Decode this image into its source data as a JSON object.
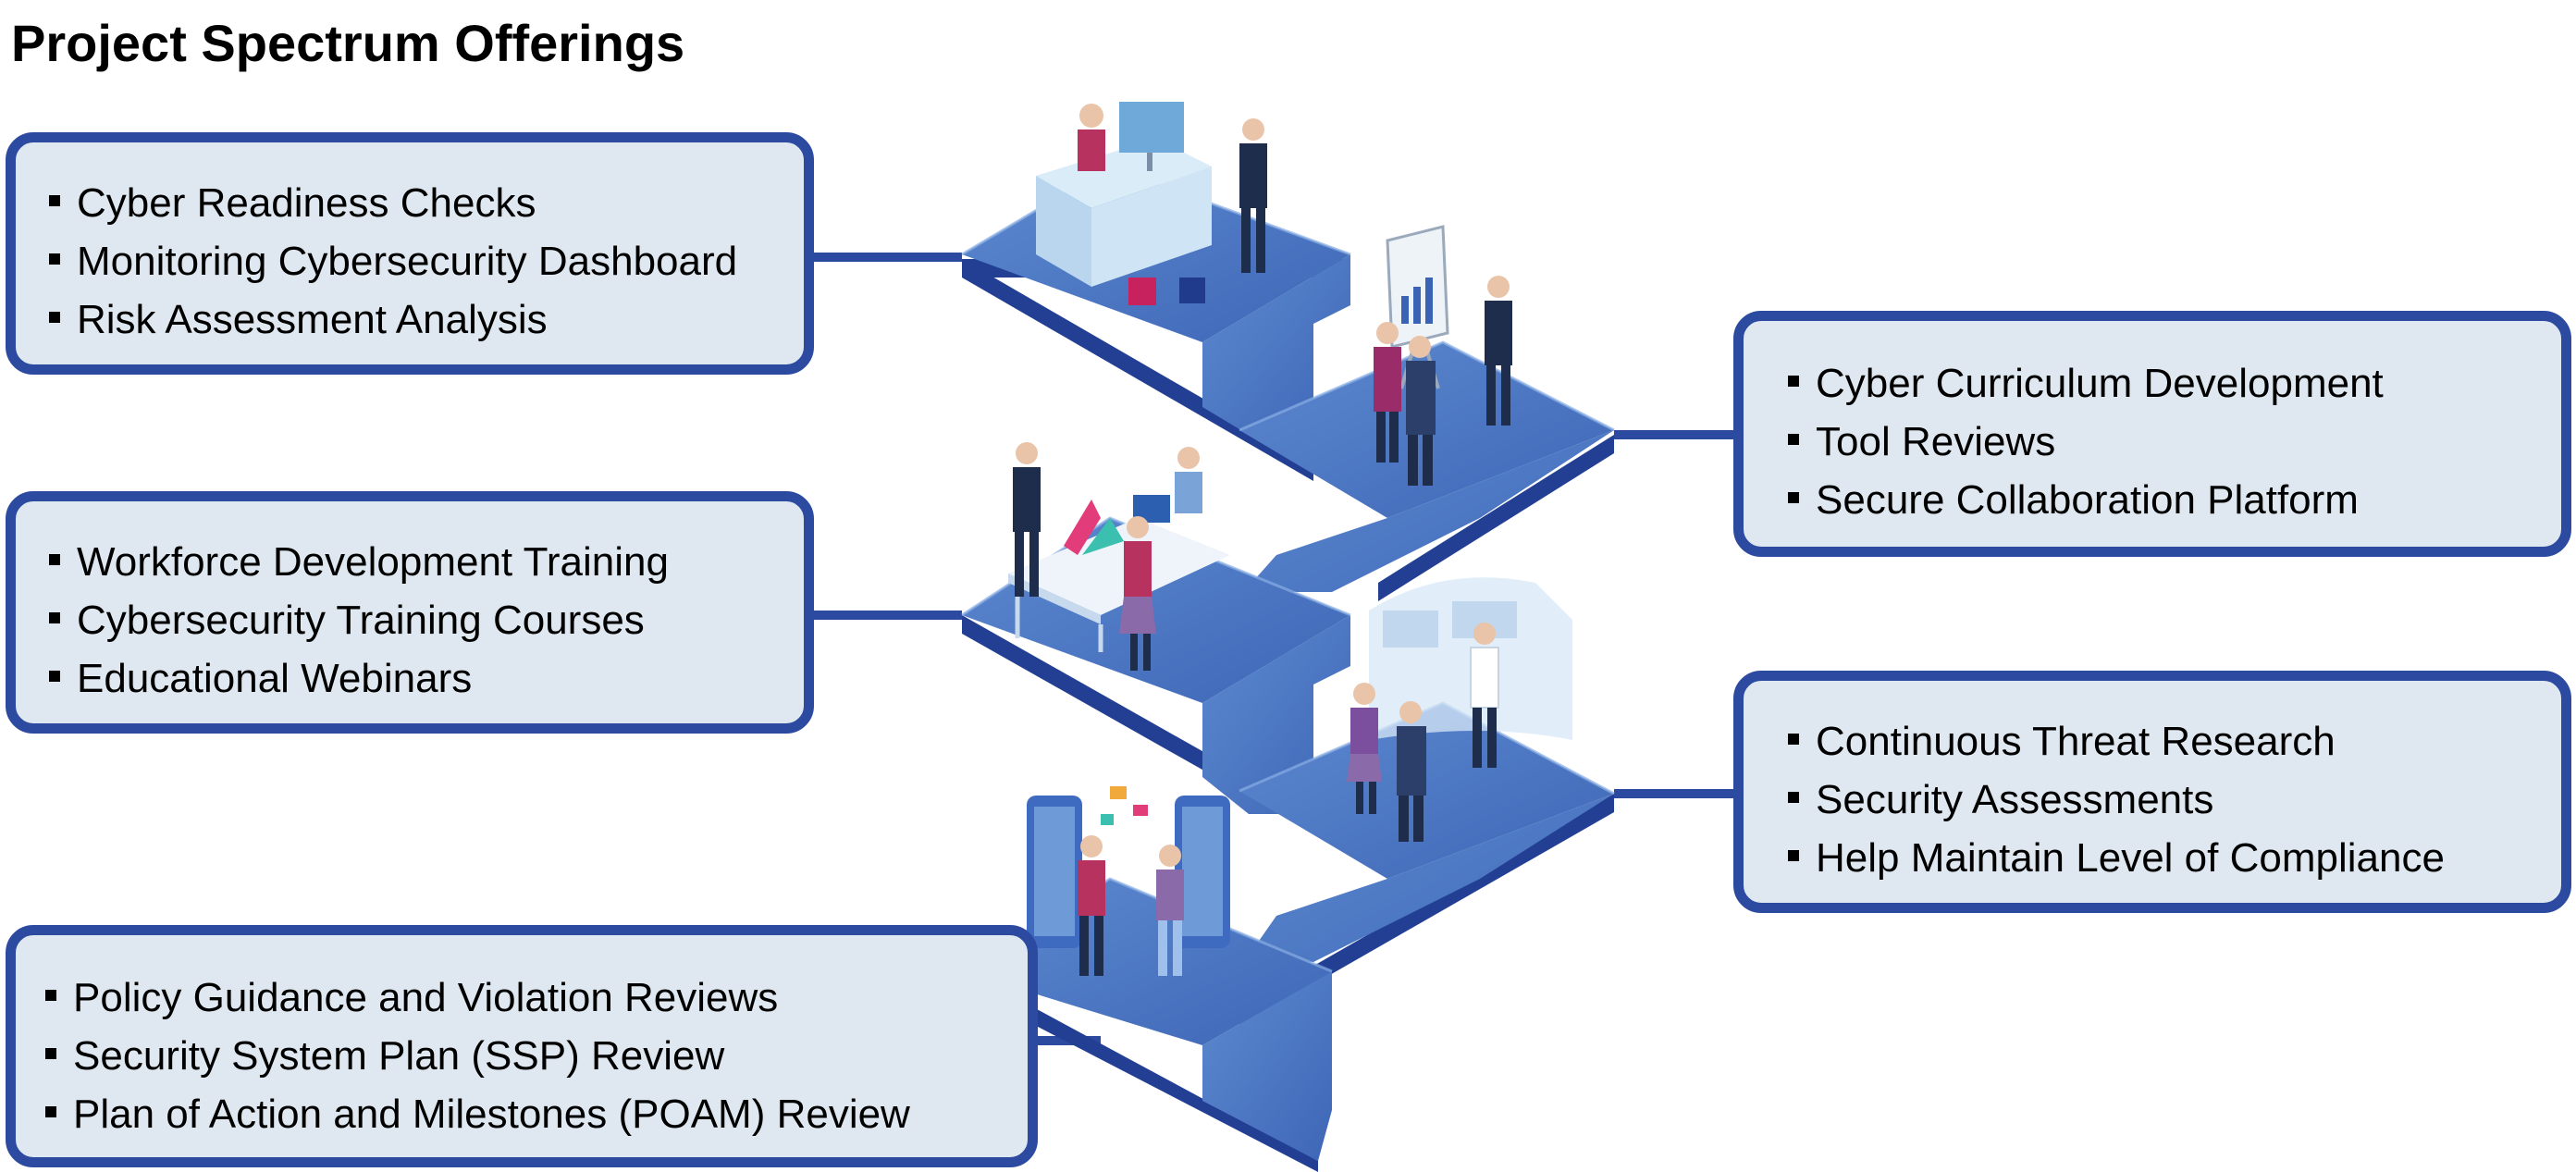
{
  "title": "Project Spectrum Offerings",
  "colors": {
    "border": "#2b4aa0",
    "box_fill": "#dfe8f1",
    "path_top": "#4a76c4",
    "path_side": "#223f93"
  },
  "boxes": [
    {
      "items": [
        "Cyber Readiness Checks",
        "Monitoring Cybersecurity Dashboard",
        "Risk Assessment Analysis"
      ]
    },
    {
      "items": [
        "Cyber Curriculum Development",
        "Tool Reviews",
        "Secure Collaboration Platform"
      ]
    },
    {
      "items": [
        "Workforce Development Training",
        "Cybersecurity Training Courses",
        "Educational Webinars"
      ]
    },
    {
      "items": [
        "Continuous Threat Research",
        "Security Assessments",
        "Help Maintain Level of Compliance"
      ]
    },
    {
      "items": [
        "Policy Guidance and Violation Reviews",
        "Security System Plan (SSP) Review",
        "Plan of Action and Milestones (POAM) Review"
      ]
    }
  ],
  "illustrations": [
    "office-desk-scene-icon",
    "presentation-board-scene-icon",
    "team-meeting-table-scene-icon",
    "virtual-screen-scene-icon",
    "mobile-screens-scene-icon"
  ]
}
